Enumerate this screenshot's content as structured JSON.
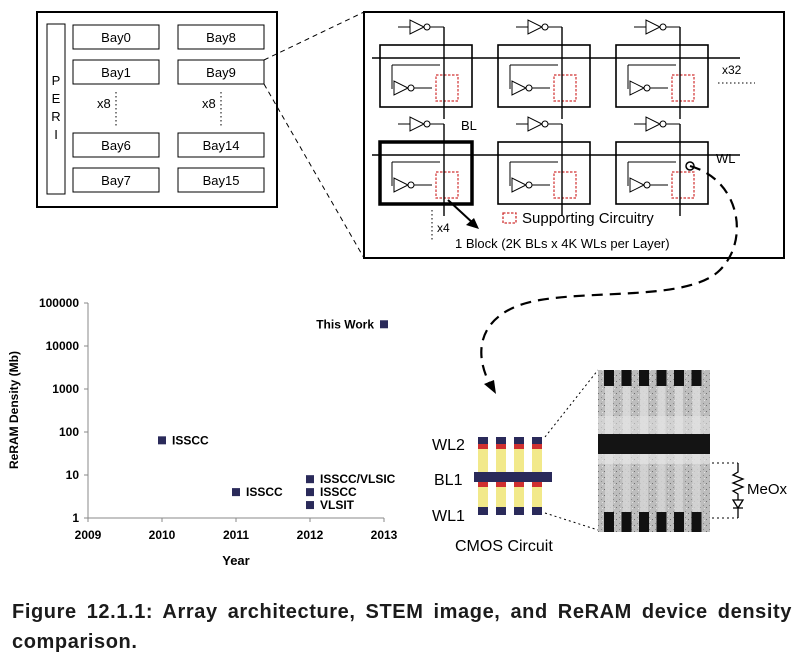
{
  "bank": {
    "peri": [
      "P",
      "E",
      "R",
      "I"
    ],
    "bays_left": [
      "Bay0",
      "Bay1",
      "Bay6",
      "Bay7"
    ],
    "bays_right": [
      "Bay8",
      "Bay9",
      "Bay14",
      "Bay15"
    ],
    "repeat_left": "x8",
    "repeat_right": "x8"
  },
  "block": {
    "bl_label": "BL",
    "wl_label": "WL",
    "repeat_x32": "x32",
    "repeat_x4": "x4",
    "legend": "Supporting Circuitry",
    "block_caption": "1 Block (2K BLs x 4K WLs per Layer)"
  },
  "cross_section": {
    "wl2": "WL2",
    "bl1": "BL1",
    "wl1": "WL1",
    "cmos": "CMOS Circuit",
    "meox": "MeOx"
  },
  "chart_data": {
    "type": "scatter",
    "title": "",
    "xlabel": "Year",
    "ylabel": "ReRAM Density (Mb)",
    "xlim": [
      2009,
      2013
    ],
    "ylim": [
      1,
      100000
    ],
    "yscale": "log",
    "x_ticks": [
      "2009",
      "2010",
      "2011",
      "2012",
      "2013"
    ],
    "y_ticks": [
      "100000",
      "10000",
      "1000",
      "100",
      "10",
      "1"
    ],
    "grid": false,
    "color": "#2a2a5a",
    "points": [
      {
        "x": 2010,
        "y": 64,
        "label": "ISSCC"
      },
      {
        "x": 2011,
        "y": 4,
        "label": "ISSCC"
      },
      {
        "x": 2012,
        "y": 8,
        "label": "ISSCC/VLSIC"
      },
      {
        "x": 2012,
        "y": 4,
        "label": "ISSCC"
      },
      {
        "x": 2012,
        "y": 2,
        "label": "VLSIT"
      },
      {
        "x": 2013,
        "y": 32000,
        "label": "This Work"
      }
    ]
  },
  "caption": "Figure 12.1.1: Array architecture, STEM image, and ReRAM device density comparison."
}
